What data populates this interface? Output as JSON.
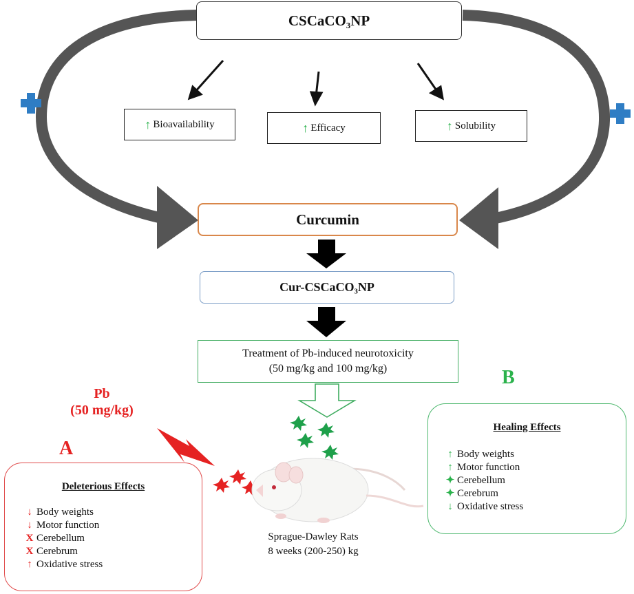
{
  "top": {
    "label": "CSCaCO₃NP"
  },
  "properties": [
    {
      "label": "Bioavailability",
      "direction": "up"
    },
    {
      "label": "Efficacy",
      "direction": "up"
    },
    {
      "label": "Solubility",
      "direction": "up"
    }
  ],
  "curcumin": {
    "label": "Curcumin"
  },
  "cur_np": {
    "label": "Cur-CSCaCO₃NP"
  },
  "treatment": {
    "line1": "Treatment of Pb-induced neurotoxicity",
    "line2": "(50 mg/kg and 100 mg/kg)"
  },
  "pb": {
    "line1": "Pb",
    "line2": "(50 mg/kg)"
  },
  "panel_a": {
    "letter": "A",
    "title": "Deleterious Effects",
    "items": [
      {
        "symbol": "↓",
        "label": "Body weights"
      },
      {
        "symbol": "↓",
        "label": "Motor function"
      },
      {
        "symbol": "X",
        "label": "Cerebellum"
      },
      {
        "symbol": "X",
        "label": "Cerebrum"
      },
      {
        "symbol": "↑",
        "label": "Oxidative stress"
      }
    ]
  },
  "panel_b": {
    "letter": "B",
    "title": "Healing Effects",
    "items": [
      {
        "symbol": "↑",
        "label": "Body weights"
      },
      {
        "symbol": "↑",
        "label": "Motor function"
      },
      {
        "symbol": "✦",
        "label": "Cerebellum"
      },
      {
        "symbol": "✦",
        "label": "Cerebrum"
      },
      {
        "symbol": "↓",
        "label": "Oxidative stress"
      }
    ]
  },
  "rats": {
    "line1": "Sprague-Dawley Rats",
    "line2": "8 weeks (200-250) kg"
  },
  "colors": {
    "red": "#e52222",
    "green": "#2bb24c",
    "blue": "#2f7dc4",
    "gray": "#555555"
  }
}
